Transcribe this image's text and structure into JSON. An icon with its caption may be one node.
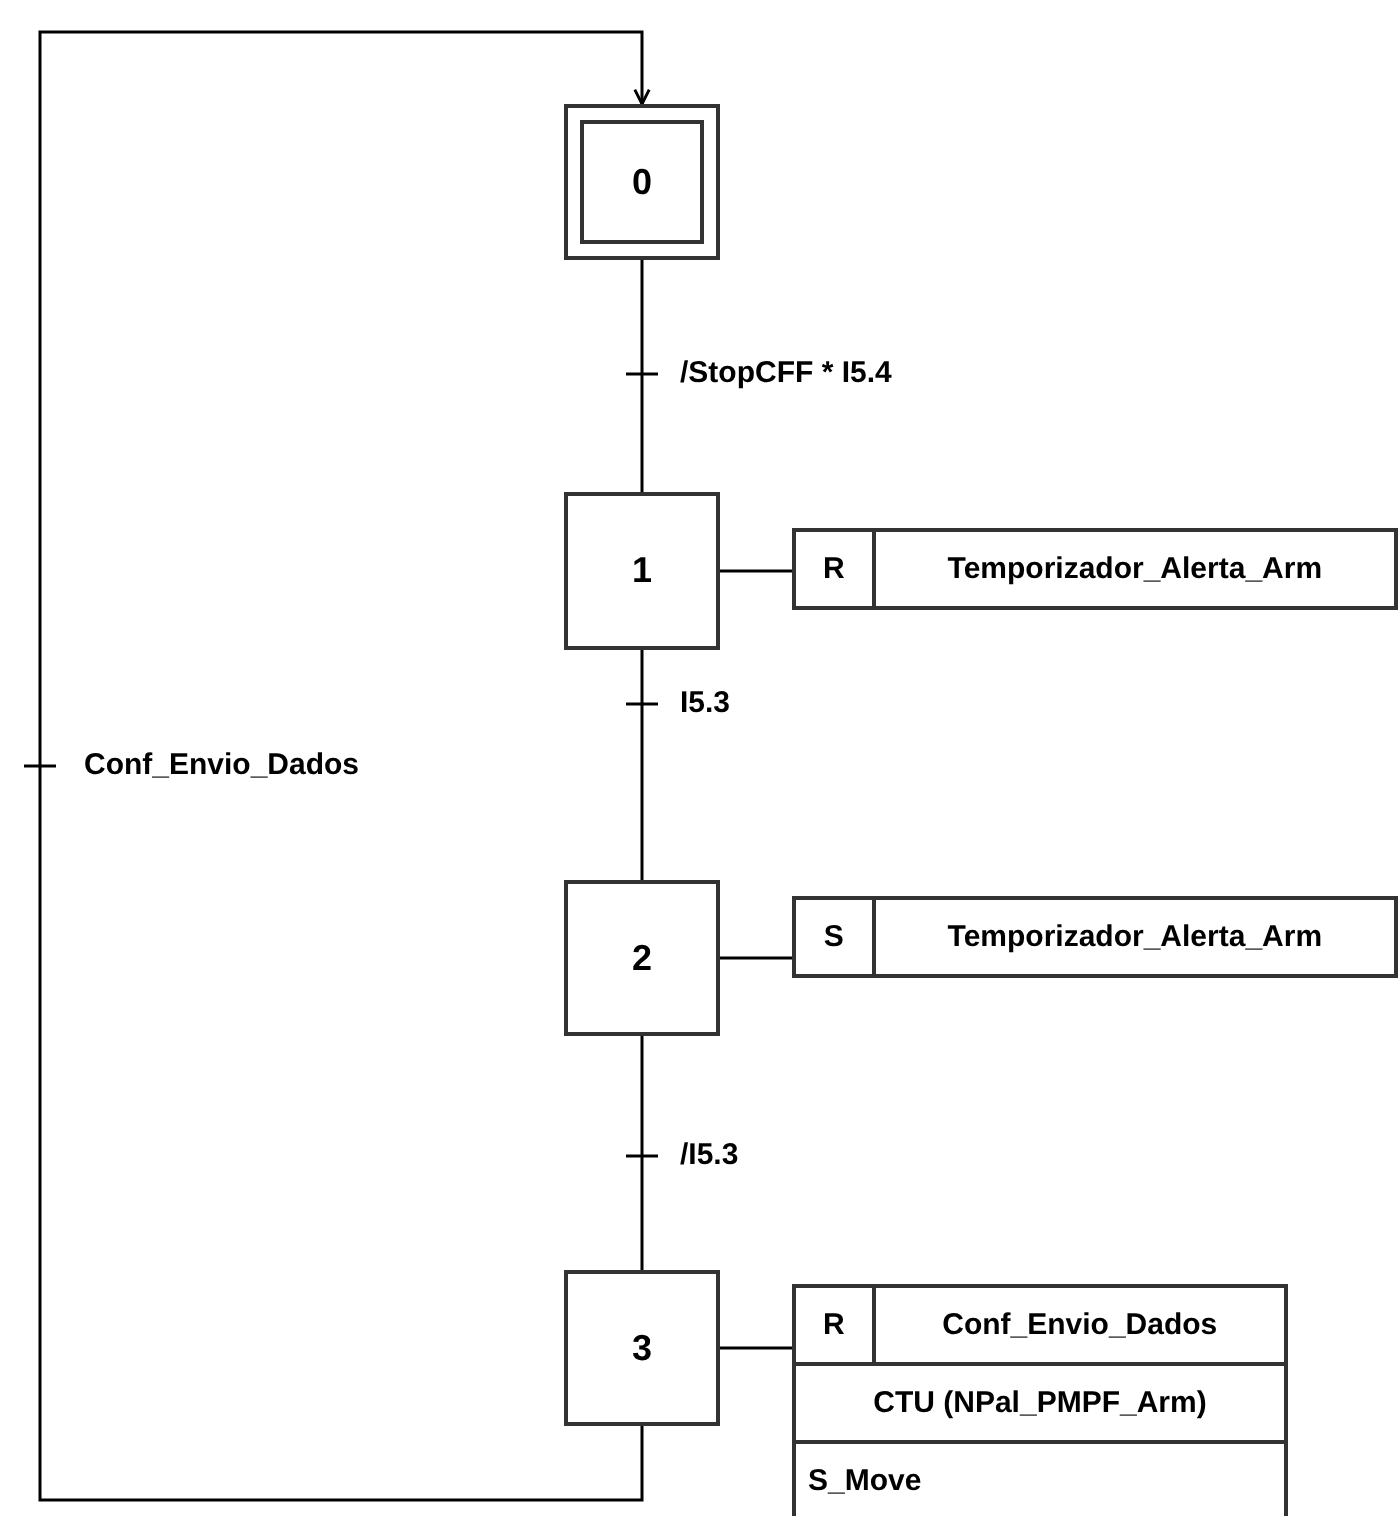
{
  "diagram": {
    "nodes": [
      {
        "text": [
          "0"
        ]
      },
      {
        "text": [
          "1"
        ]
      },
      {
        "text": [
          "R",
          "Temporizador_Alerta_Arm"
        ]
      },
      {
        "text": [
          "2"
        ]
      },
      {
        "text": [
          "S",
          "Temporizador_Alerta_Arm"
        ]
      },
      {
        "text": [
          "3"
        ]
      },
      {
        "text": [
          "R",
          "Conf_Envio_Dados",
          "CTU (NPal_PMPF_Arm)",
          "S_Move"
        ]
      }
    ],
    "edges": [
      {
        "from": 0,
        "to": 1,
        "arrow": "none",
        "label": "/StopCFF * I5.4"
      },
      {
        "from": 1,
        "to": 2,
        "arrow": "none"
      },
      {
        "from": 1,
        "to": 3,
        "arrow": "none",
        "label": "I5.3"
      },
      {
        "from": 3,
        "to": 4,
        "arrow": "none"
      },
      {
        "from": 3,
        "to": 5,
        "arrow": "none",
        "label": "/I5.3"
      },
      {
        "from": 5,
        "to": 6,
        "arrow": "none"
      },
      {
        "from": 5,
        "to": 0,
        "arrow": "to",
        "label": "Conf_Envio_Dados"
      }
    ]
  }
}
